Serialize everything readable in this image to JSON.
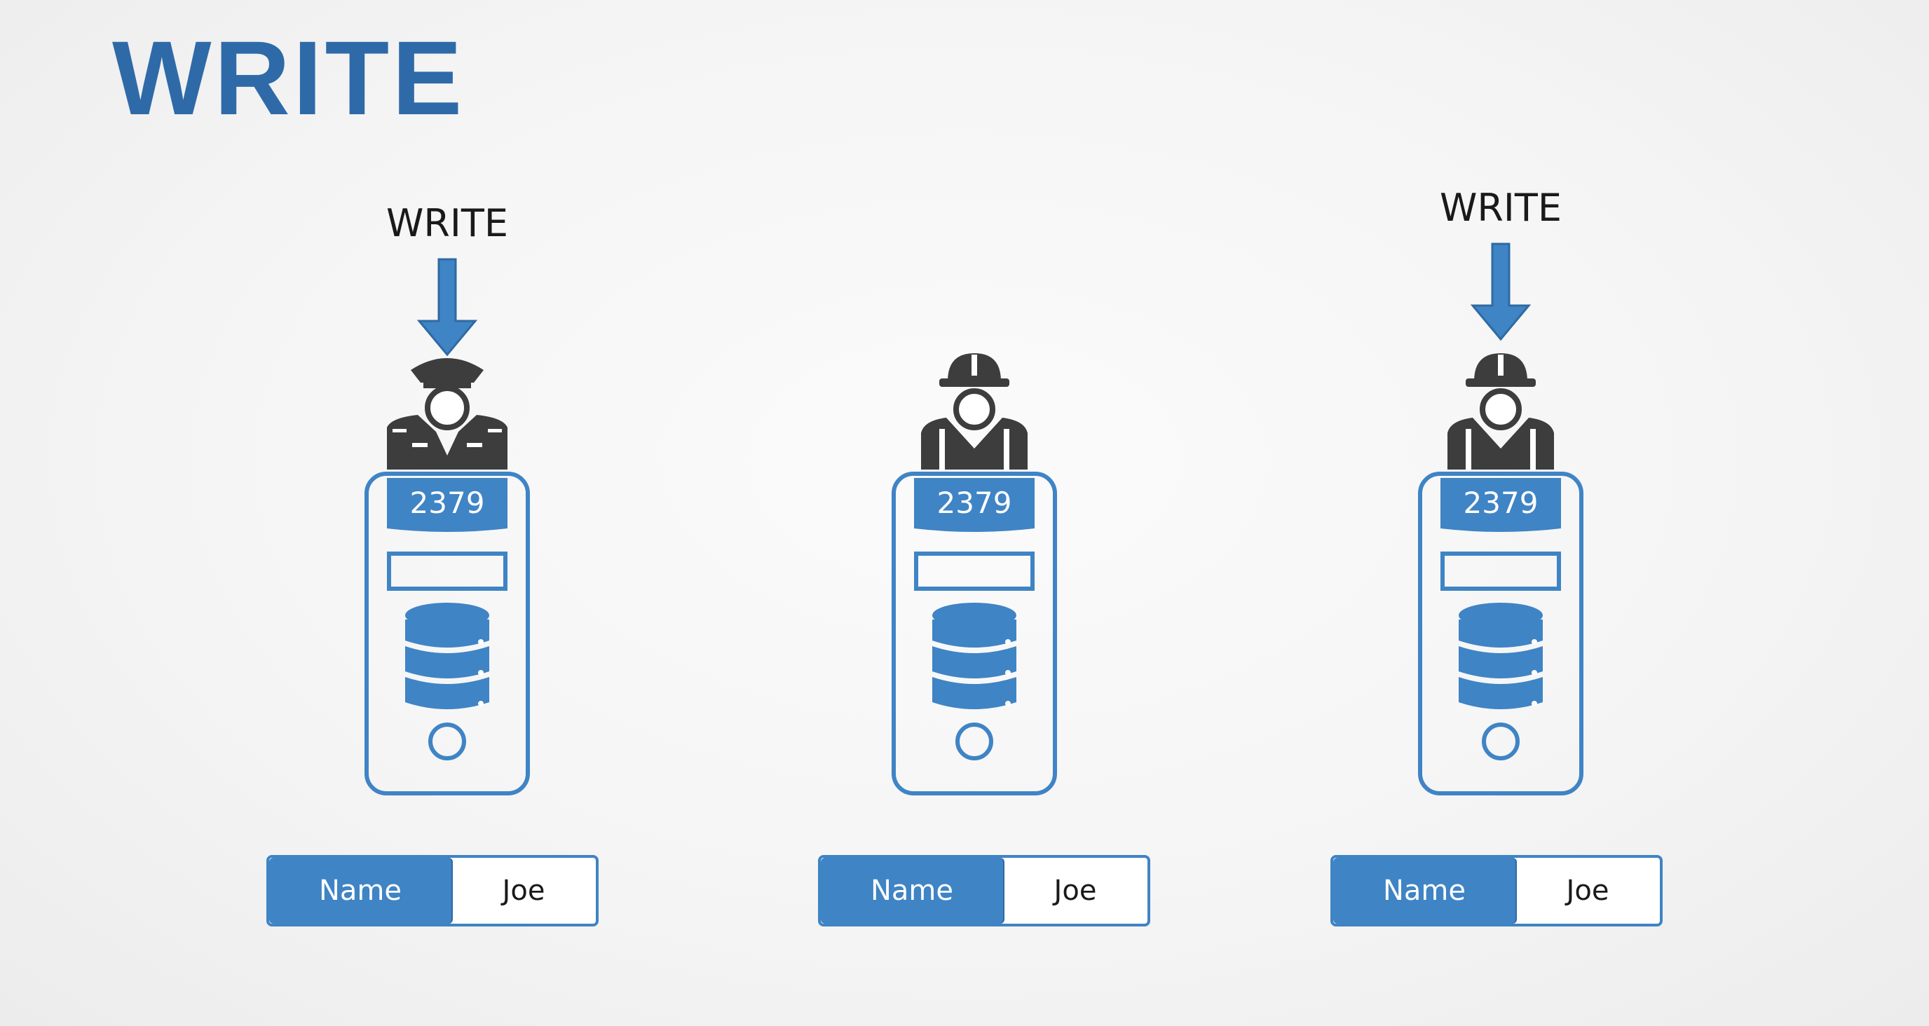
{
  "slide": {
    "title": "WRITE",
    "title_color": "#2f6aa8"
  },
  "colors": {
    "accent_blue": "#3f84c5",
    "dark_blue": "#2f6aa3",
    "person_gray": "#3d3d3d",
    "text_black": "#1a1a1a"
  },
  "nodes": [
    {
      "write_label": "WRITE",
      "has_write": true,
      "person_icon": "police-officer-icon",
      "port": "2379",
      "key_label": "Name",
      "value_label": "Joe"
    },
    {
      "write_label": "",
      "has_write": false,
      "person_icon": "construction-worker-icon",
      "port": "2379",
      "key_label": "Name",
      "value_label": "Joe"
    },
    {
      "write_label": "WRITE",
      "has_write": true,
      "person_icon": "construction-worker-icon",
      "port": "2379",
      "key_label": "Name",
      "value_label": "Joe"
    }
  ]
}
